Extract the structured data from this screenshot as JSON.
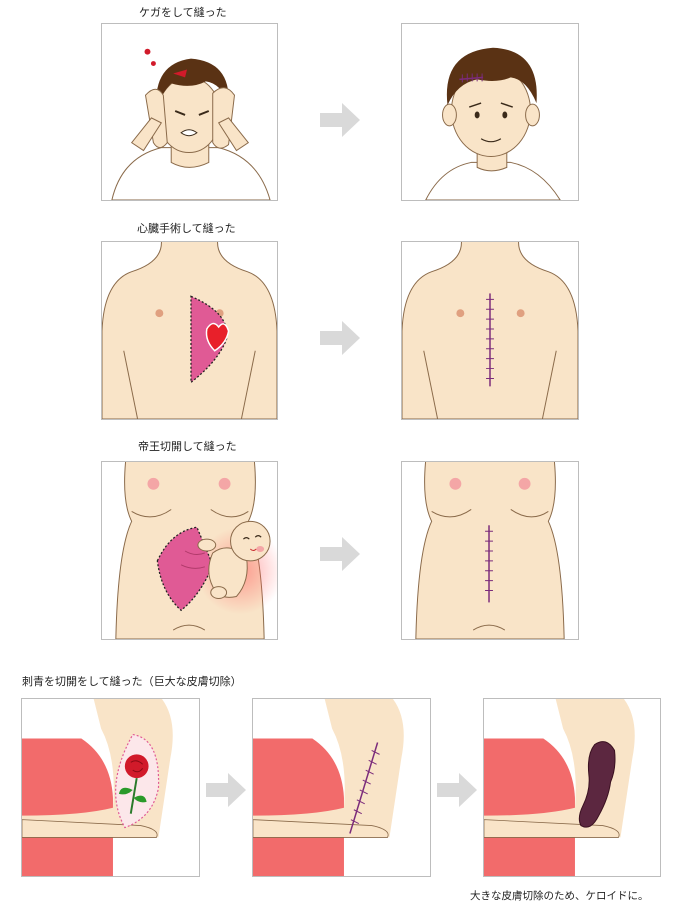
{
  "rows": [
    {
      "title": "ケガをして縫った"
    },
    {
      "title": "心臓手術して縫った"
    },
    {
      "title": "帝王切開して縫った"
    },
    {
      "title": "刺青を切開をして縫った（巨大な皮膚切除）"
    }
  ],
  "caption": "大きな皮膚切除のため、ケロイドに。",
  "colors": {
    "skin": "#f9e4c8",
    "outline": "#8a6a4a",
    "hair": "#5a3214",
    "suture": "#7b2b7b",
    "arrow": "#d9d9d9",
    "dress": "#f26b6b",
    "keloid": "#5c2740",
    "heart": "#e8202a",
    "excision": "#e05a95"
  }
}
